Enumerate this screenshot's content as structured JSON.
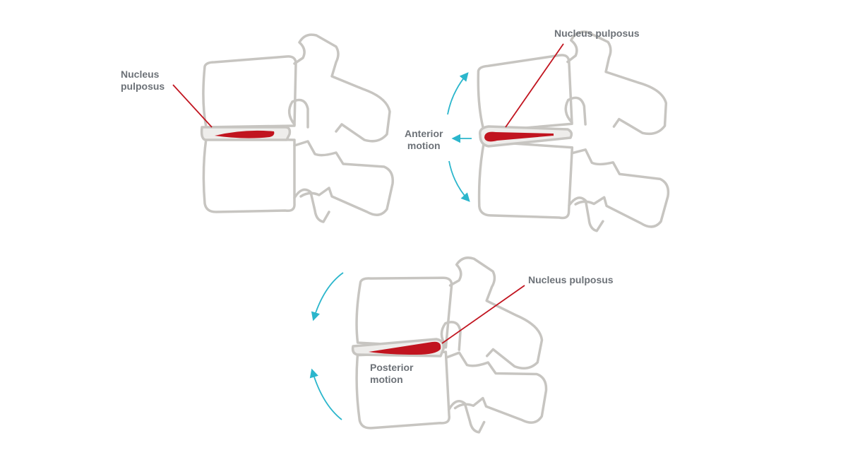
{
  "colors": {
    "bone": "#c7c5c1",
    "disc_fill": "#eeedeb",
    "nucleus": "#c1141f",
    "arrow": "#2bb6cc",
    "label": "#6d7278"
  },
  "panels": [
    {
      "nucleus_label_lines": [
        "Nucleus",
        "pulposus"
      ],
      "motion_label_lines": []
    },
    {
      "nucleus_label_lines": [
        "Nucleus pulposus"
      ],
      "motion_label_lines": [
        "Anterior",
        "motion"
      ]
    },
    {
      "nucleus_label_lines": [
        "Nucleus pulposus"
      ],
      "motion_label_lines": [
        "Posterior",
        "motion"
      ]
    }
  ]
}
